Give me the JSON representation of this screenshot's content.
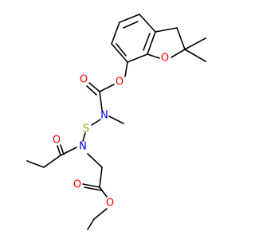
{
  "molecule": {
    "colors": {
      "bond": "#000000",
      "oxygen": "#ff0000",
      "nitrogen": "#0000ff",
      "sulfur": "#b8a000",
      "background": "#ffffff"
    },
    "atoms": {
      "o_ring": "O",
      "o_ester": "O",
      "o_carbamate_dbl": "O",
      "n_carbamate": "N",
      "s_link": "S",
      "n_amide": "N",
      "o_amide": "O",
      "o_ester2_dbl": "O",
      "o_ester2": "O"
    }
  }
}
